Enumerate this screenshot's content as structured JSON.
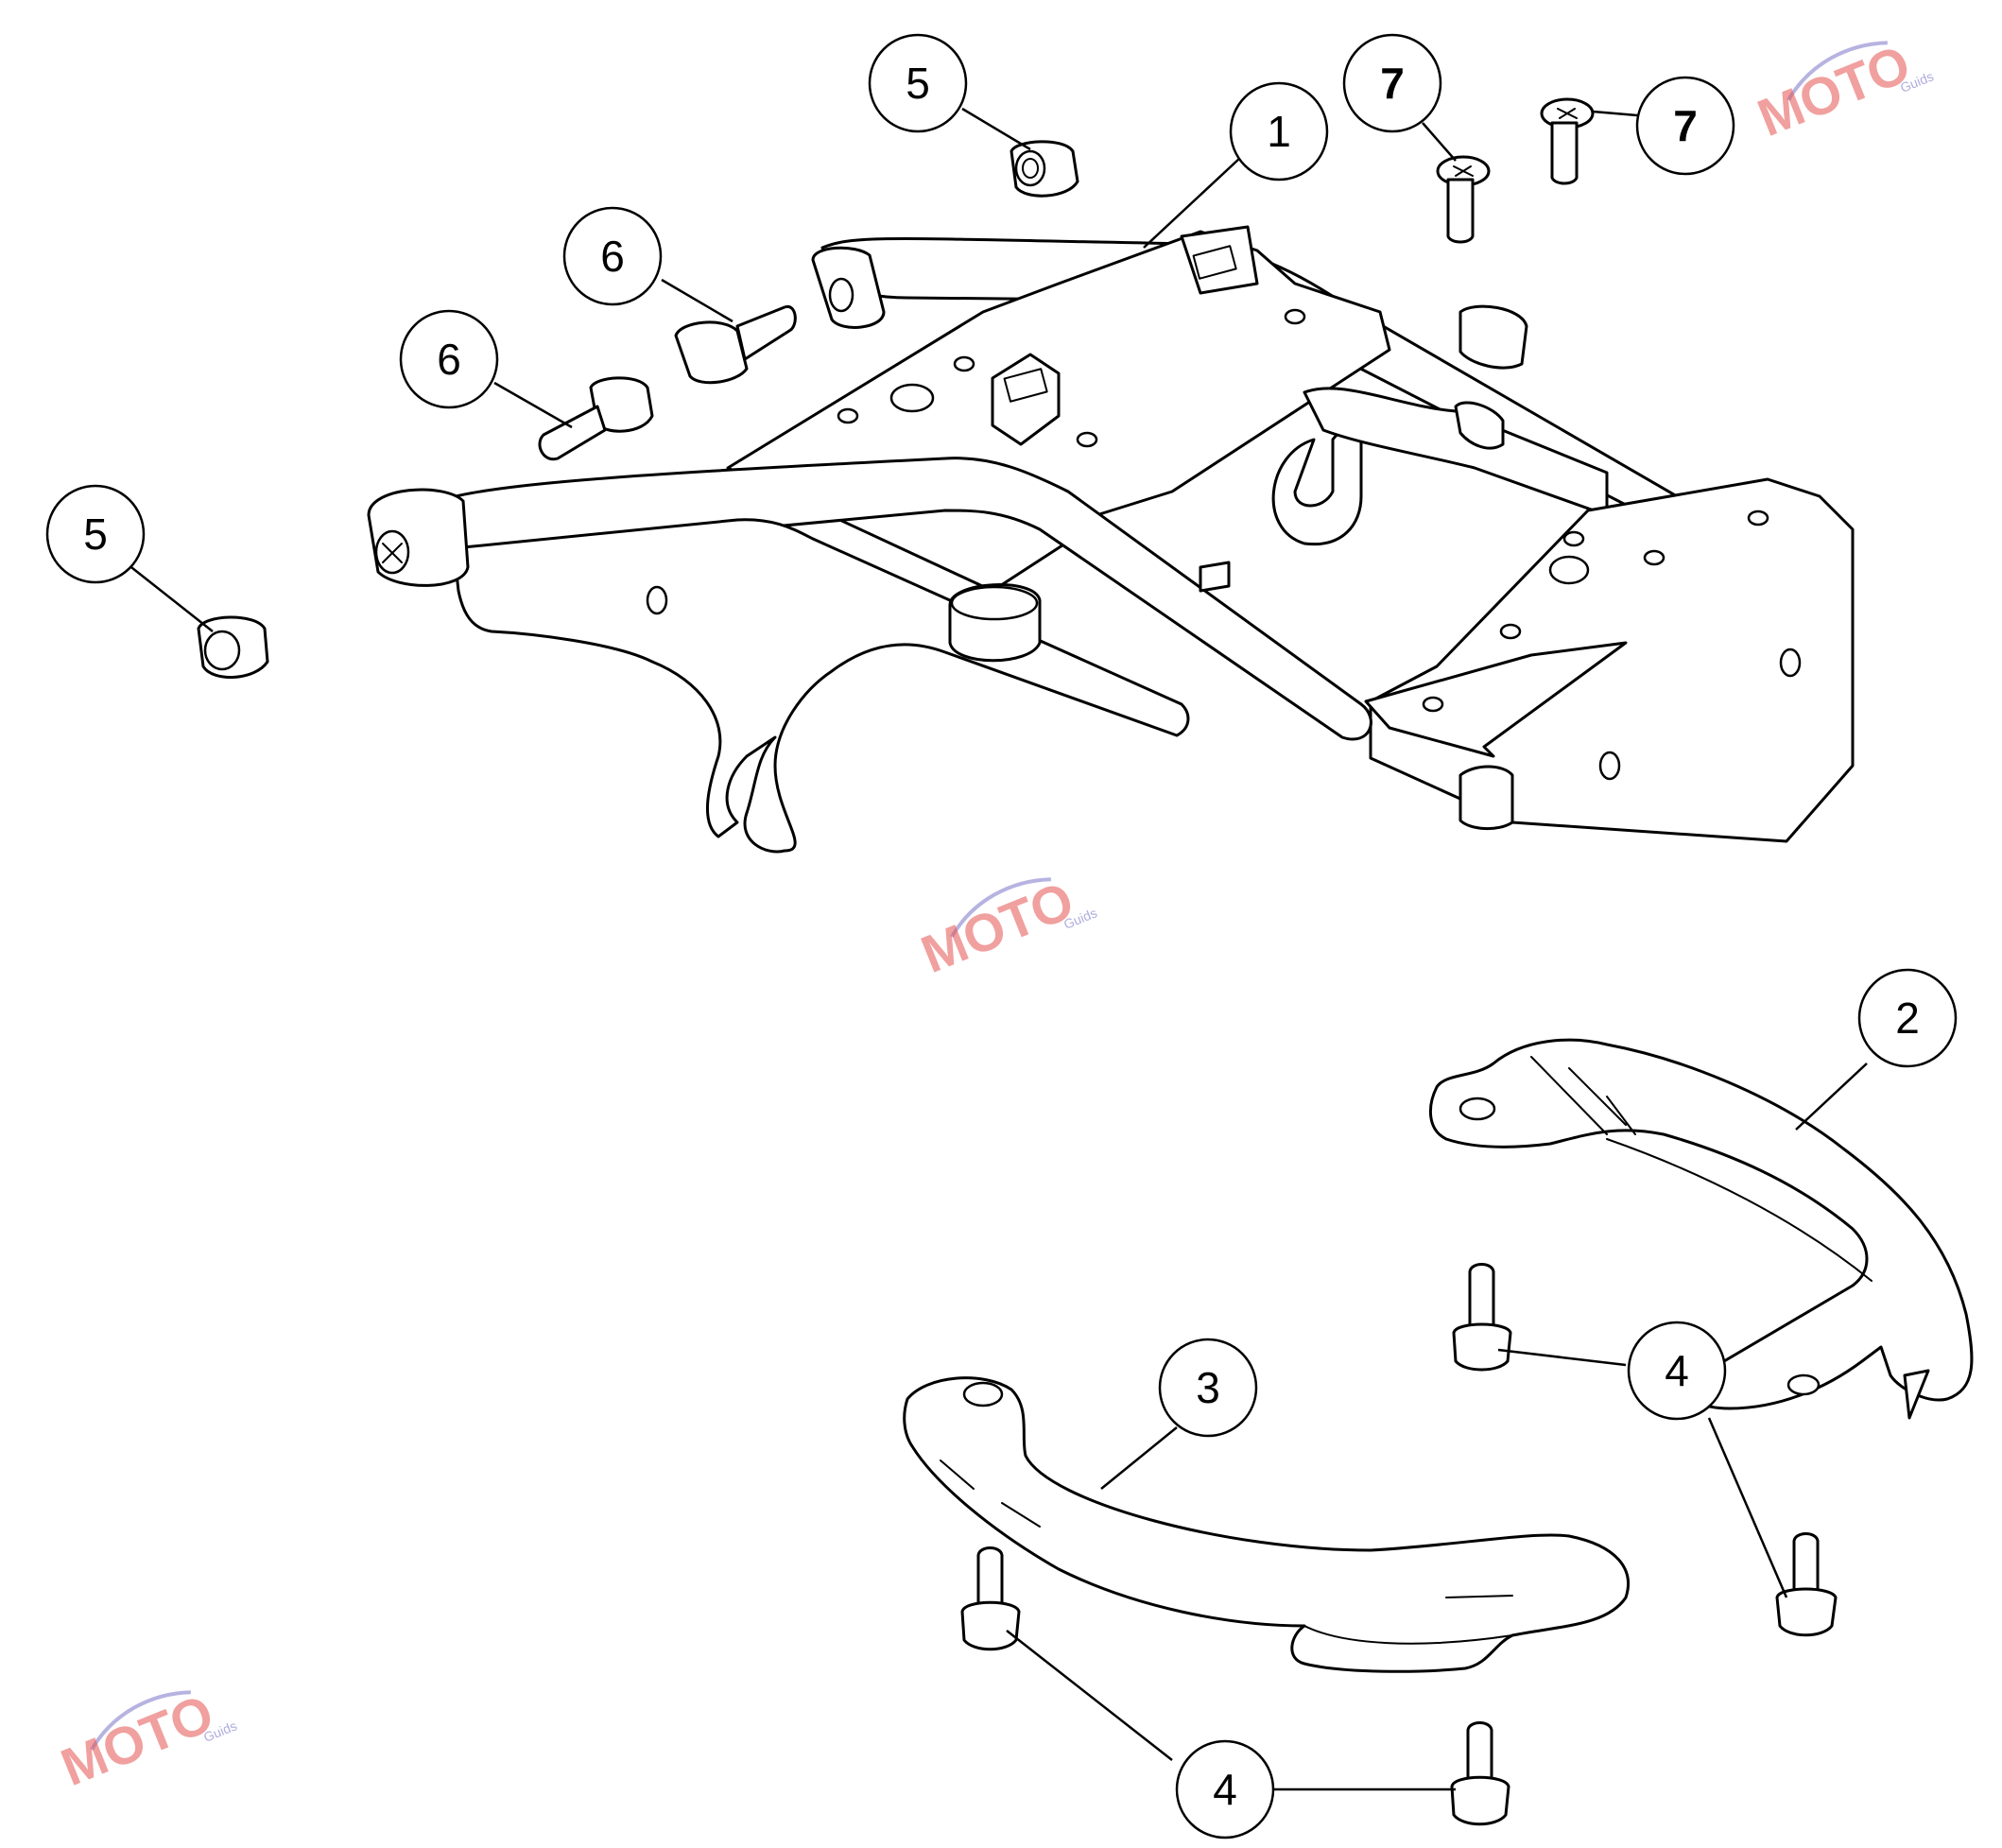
{
  "diagram": {
    "callouts": [
      {
        "id": "c1",
        "label": "1"
      },
      {
        "id": "c2",
        "label": "2"
      },
      {
        "id": "c3",
        "label": "3"
      },
      {
        "id": "c4a",
        "label": "4"
      },
      {
        "id": "c4b",
        "label": "4"
      },
      {
        "id": "c5a",
        "label": "5"
      },
      {
        "id": "c5b",
        "label": "5"
      },
      {
        "id": "c6a",
        "label": "6"
      },
      {
        "id": "c6b",
        "label": "6"
      },
      {
        "id": "c7a",
        "label": "7"
      },
      {
        "id": "c7b",
        "label": "7"
      }
    ],
    "watermark": {
      "brand": "MOTO",
      "sub": "Guids"
    }
  }
}
